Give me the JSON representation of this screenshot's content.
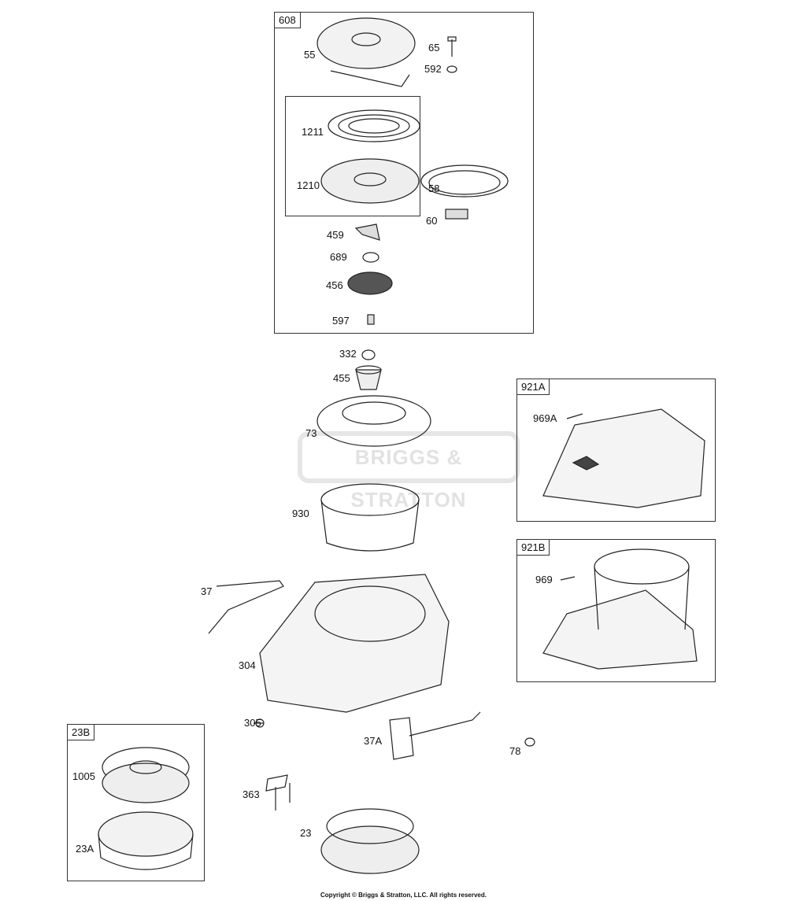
{
  "watermark": "BRIGGS & STRATTON",
  "copyright": "Copyright © Briggs & Stratton, LLC. All rights reserved.",
  "groups": {
    "g608": "608",
    "g921A": "921A",
    "g921B": "921B",
    "g23B": "23B"
  },
  "labels": {
    "p55": "55",
    "p65": "65",
    "p592": "592",
    "p1211": "1211",
    "p1210": "1210",
    "p58": "58",
    "p60": "60",
    "p459": "459",
    "p689": "689",
    "p456": "456",
    "p597": "597",
    "p332": "332",
    "p455": "455",
    "p73": "73",
    "p930": "930",
    "p37": "37",
    "p304": "304",
    "p305": "305",
    "p37A": "37A",
    "p78": "78",
    "p363": "363",
    "p23": "23",
    "p969A": "969A",
    "p969": "969",
    "p1005": "1005",
    "p23A": "23A"
  }
}
